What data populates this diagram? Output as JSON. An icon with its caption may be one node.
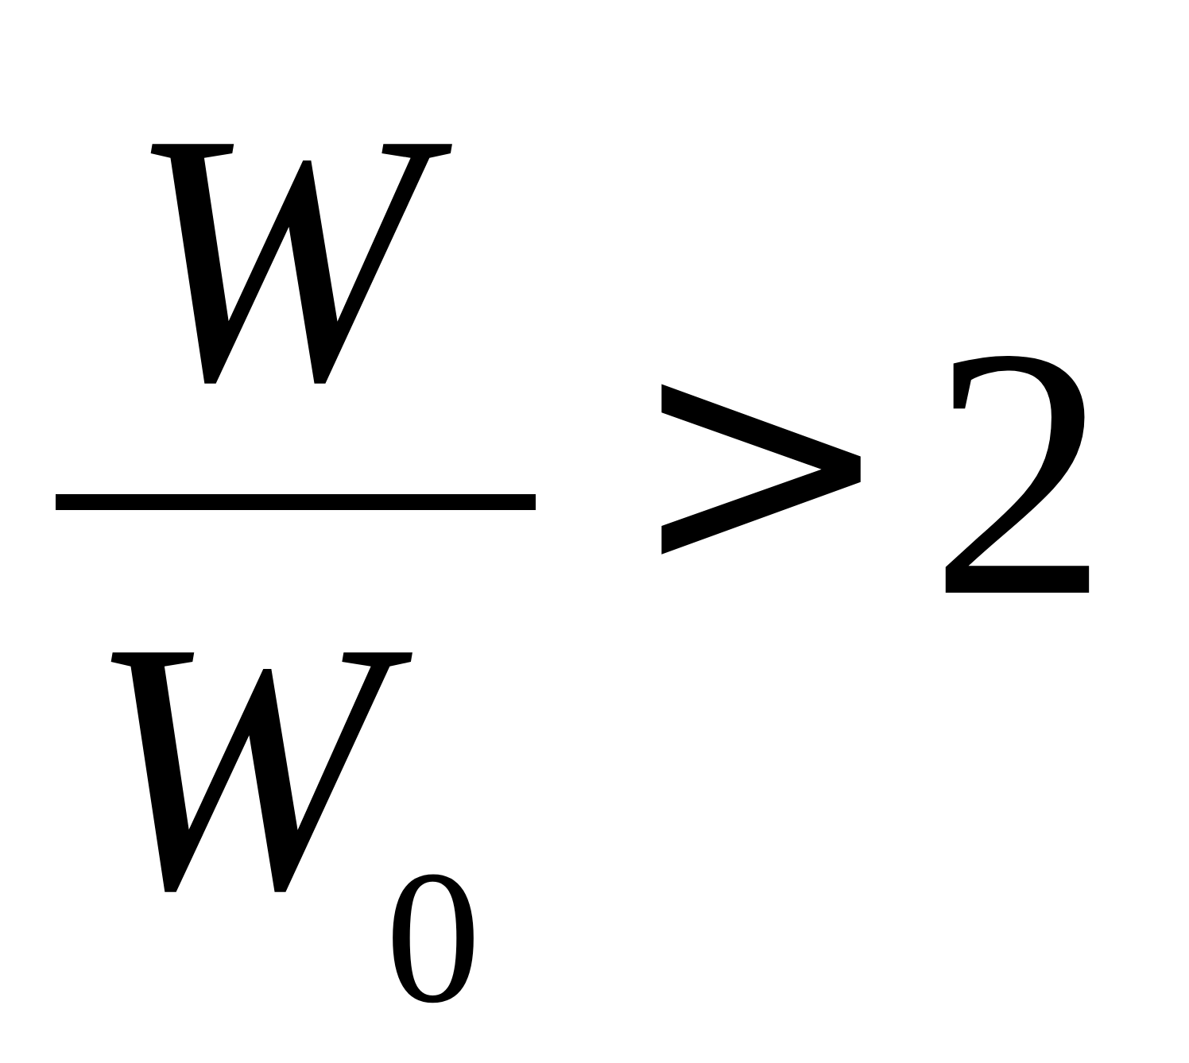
{
  "diagram": {
    "labels": [
      "W",
      "W$_{0}$",
      ">",
      "2"
    ]
  }
}
